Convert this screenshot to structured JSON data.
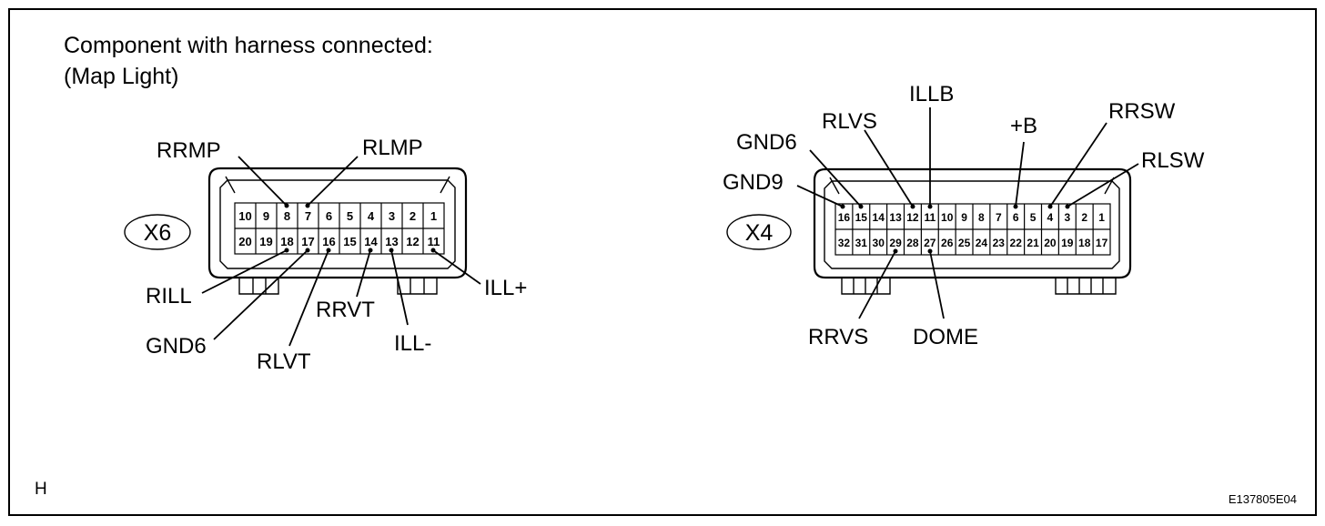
{
  "header": {
    "line1": "Component with harness connected:",
    "line2": "(Map Light)"
  },
  "x6": {
    "connector": "X6",
    "top_row": [
      "10",
      "9",
      "8",
      "7",
      "6",
      "5",
      "4",
      "3",
      "2",
      "1"
    ],
    "bottom_row": [
      "20",
      "19",
      "18",
      "17",
      "16",
      "15",
      "14",
      "13",
      "12",
      "11"
    ],
    "labels": {
      "rrmp": "RRMP",
      "rlmp": "RLMP",
      "rill": "RILL",
      "gnd6": "GND6",
      "rlvt": "RLVT",
      "rrvt": "RRVT",
      "ill_minus": "ILL-",
      "ill_plus": "ILL+"
    }
  },
  "x4": {
    "connector": "X4",
    "top_row": [
      "16",
      "15",
      "14",
      "13",
      "12",
      "11",
      "10",
      "9",
      "8",
      "7",
      "6",
      "5",
      "4",
      "3",
      "2",
      "1"
    ],
    "bottom_row": [
      "32",
      "31",
      "30",
      "29",
      "28",
      "27",
      "26",
      "25",
      "24",
      "23",
      "22",
      "21",
      "20",
      "19",
      "18",
      "17"
    ],
    "labels": {
      "gnd9": "GND9",
      "gnd6": "GND6",
      "rlvs": "RLVS",
      "illb": "ILLB",
      "plus_b": "+B",
      "rrsw": "RRSW",
      "rlsw": "RLSW",
      "rrvs": "RRVS",
      "dome": "DOME"
    }
  },
  "footer": {
    "left_mark": "H",
    "code": "E137805E04"
  }
}
